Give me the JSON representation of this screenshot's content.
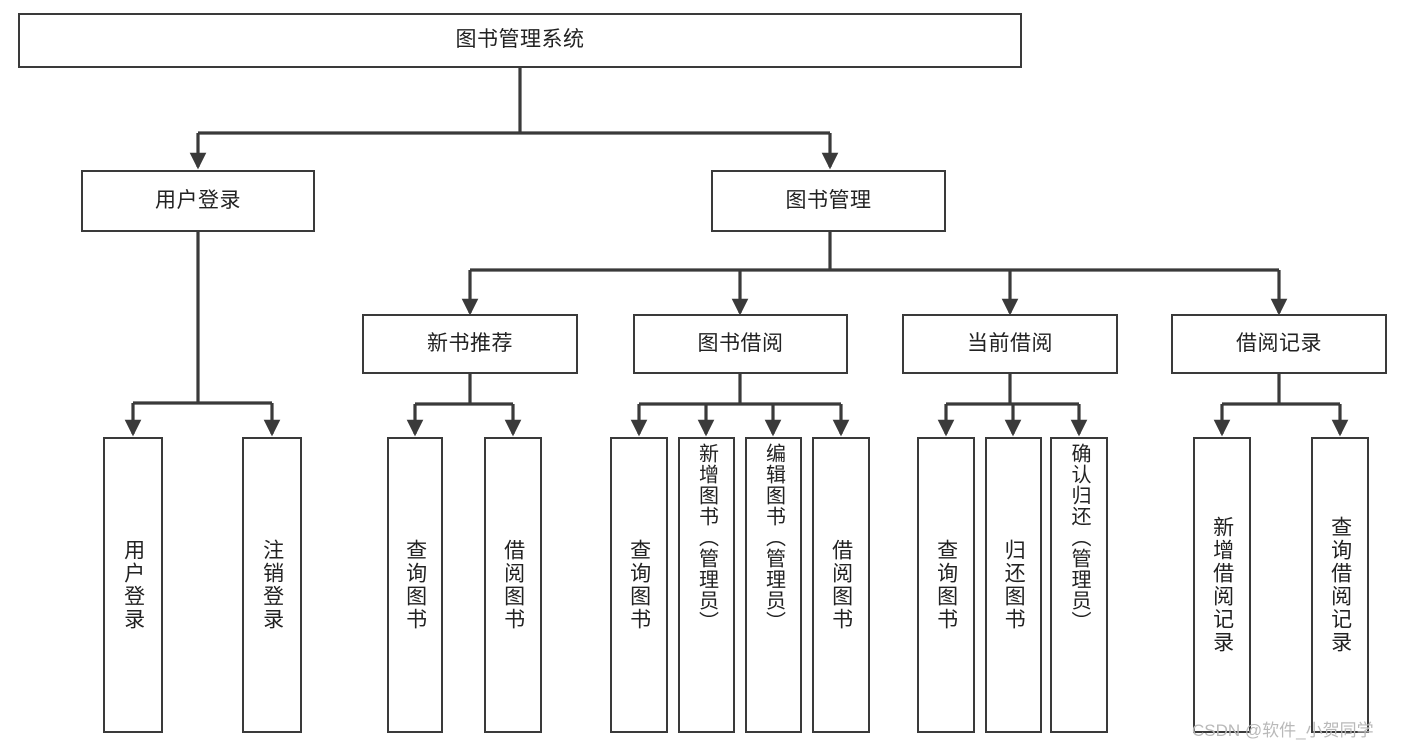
{
  "diagram": {
    "title": "图书管理系统",
    "type": "tree-hierarchy-diagram",
    "colors": {
      "stroke": "#3a3a3a",
      "fill": "#ffffff",
      "text": "#222222",
      "watermark": "#b9b9b9"
    },
    "nodes": {
      "root": {
        "label": "图书管理系统"
      },
      "level1": [
        {
          "label": "用户登录"
        },
        {
          "label": "图书管理"
        }
      ],
      "level2": [
        {
          "label": "新书推荐"
        },
        {
          "label": "图书借阅"
        },
        {
          "label": "当前借阅"
        },
        {
          "label": "借阅记录"
        }
      ],
      "leaves": {
        "user_login": [
          {
            "label": "用户登录"
          },
          {
            "label": "注销登录"
          }
        ],
        "new_book_recommend": [
          {
            "label": "查询图书"
          },
          {
            "label": "借阅图书"
          }
        ],
        "book_borrow": [
          {
            "label": "查询图书"
          },
          {
            "label": "新增图书（管理员）"
          },
          {
            "label": "编辑图书（管理员）"
          },
          {
            "label": "借阅图书"
          }
        ],
        "current_borrow": [
          {
            "label": "查询图书"
          },
          {
            "label": "归还图书"
          },
          {
            "label": "确认归还（管理员）"
          }
        ],
        "borrow_record": [
          {
            "label": "新增借阅记录"
          },
          {
            "label": "查询借阅记录"
          }
        ]
      }
    },
    "watermark": "CSDN @软件_小贺同学"
  }
}
